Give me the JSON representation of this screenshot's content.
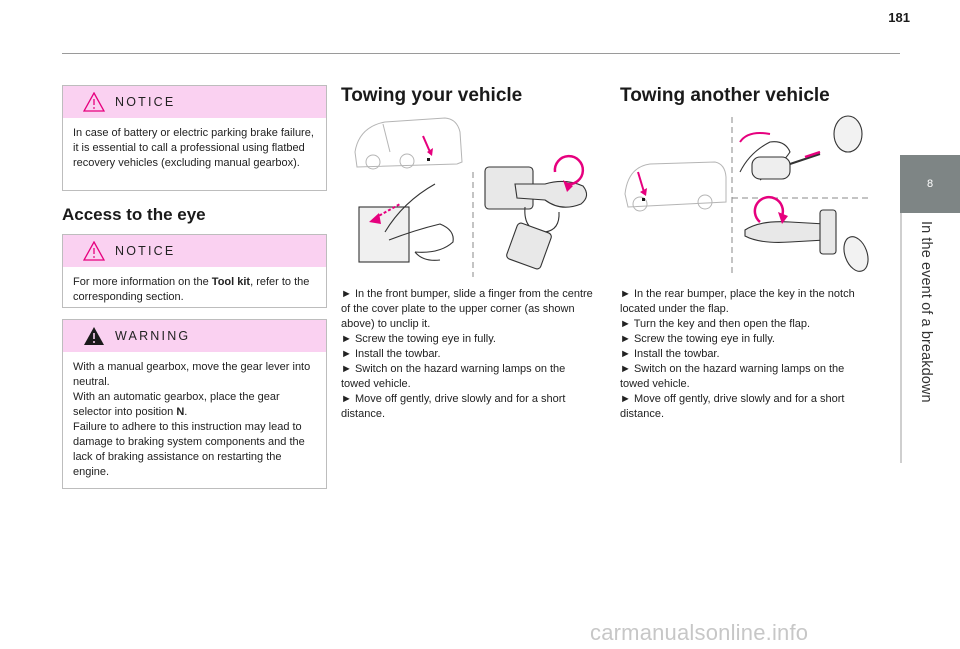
{
  "page": {
    "number": "181"
  },
  "side_tab": {
    "chapter_number": "8",
    "chapter_title": "In the event of a breakdown"
  },
  "notice1": {
    "label": "NOTICE",
    "text": "In case of battery or electric parking brake failure, it is essential to call a professional using flatbed recovery vehicles (excluding manual gearbox)."
  },
  "access": {
    "heading": "Access to the eye"
  },
  "notice2": {
    "label": "NOTICE",
    "text_before": "For more information on the ",
    "text_bold": "Tool kit",
    "text_after": ", refer to the corresponding section."
  },
  "warning": {
    "label": "WARNING",
    "line1": "With a manual gearbox, move the gear lever into neutral.",
    "line2_before": "With an automatic gearbox, place the gear selector into position ",
    "line2_bold": "N",
    "line2_after": ".",
    "line3": "Failure to adhere to this instruction may lead to damage to braking system components and the lack of braking assistance on restarting the engine."
  },
  "towing_your": {
    "heading": "Towing your vehicle",
    "steps": [
      "► In the front bumper, slide a finger from the centre of the cover plate to the upper corner (as shown above) to unclip it.",
      "► Screw the towing eye in fully.",
      "► Install the towbar.",
      "► Switch on the hazard warning lamps on the towed vehicle.",
      "► Move off gently, drive slowly and for a short distance."
    ]
  },
  "towing_another": {
    "heading": "Towing another vehicle",
    "steps": [
      "► In the rear bumper, place the key in the notch located under the flap.",
      "► Turn the key and then open the flap.",
      "► Screw the towing eye in fully.",
      "► Install the towbar.",
      "► Switch on the hazard warning lamps on the towed vehicle.",
      "► Move off gently, drive slowly and for a short distance."
    ]
  },
  "watermark": "carmanualsonline.info",
  "colors": {
    "accent_pink": "#fad1f1",
    "magenta": "#e6007e",
    "tab_gray": "#7e8585"
  }
}
